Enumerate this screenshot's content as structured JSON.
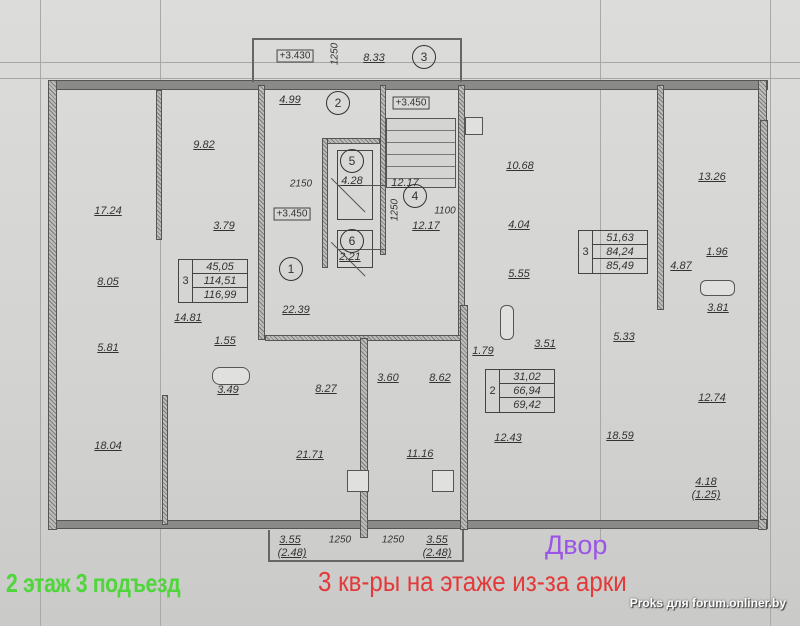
{
  "captions": {
    "floor_entrance": "2 этаж 3 подъезд",
    "note": "3 кв-ры на этаже из-за арки",
    "yard": "Двор",
    "watermark": "Proks для forum.onliner.by"
  },
  "plan": {
    "common": {
      "hall_number": "1",
      "hall_area": "22.39",
      "vestibule_number": "2",
      "vestibule_area": "4.99",
      "balcony_number": "3",
      "balcony_area": "8.33",
      "stair_number": "4",
      "stair_area": "12.17",
      "stair_area_top": "12.17",
      "lift1_number": "5",
      "lift1_area": "4.28",
      "lift2_number": "6",
      "lift2_area": "2.21",
      "levels": [
        "+3.430",
        "+3.450",
        "+3.450"
      ],
      "dims": [
        "1250",
        "2150",
        "1250",
        "1100",
        "1250",
        "1250"
      ]
    },
    "apartments": [
      {
        "id": "left",
        "rooms": "3",
        "living": "45,05",
        "total": "114,51",
        "total_with_balcony": "116,99",
        "room_areas": [
          "17.24",
          "9.82",
          "3.79",
          "8.05",
          "14.81",
          "5.81",
          "1.55",
          "3.49",
          "18.04",
          "8.27",
          "21.71"
        ]
      },
      {
        "id": "right-top",
        "rooms": "3",
        "living": "51,63",
        "total": "84,24",
        "total_with_balcony": "85,49",
        "room_areas": [
          "10.68",
          "4.04",
          "5.55",
          "13.26",
          "1.96",
          "4.87",
          "3.81",
          "12.74",
          "4.18",
          "(1.25)"
        ]
      },
      {
        "id": "middle-bottom",
        "rooms": "2",
        "living": "31,02",
        "total": "66,94",
        "total_with_balcony": "69,42",
        "room_areas": [
          "3.60",
          "8.62",
          "11.16",
          "1.79",
          "3.51",
          "5.33",
          "12.43",
          "18.59"
        ]
      }
    ],
    "bottom_balconies": [
      {
        "area": "3.55",
        "sub": "(2.48)",
        "dim": "1250"
      },
      {
        "area": "3.55",
        "sub": "(2.48)",
        "dim": "1250"
      }
    ]
  }
}
